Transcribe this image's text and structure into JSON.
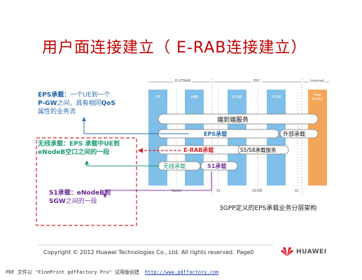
{
  "title": "用户面连接建立（ E-RAB连接建立）",
  "notes": {
    "eps": {
      "bold1": "EPS承载：",
      "text1": "一个UE到一个",
      "bold2": "P-GW",
      "text2": "之间，具有相同",
      "bold3": "QoS",
      "text3": "属性的业务流"
    },
    "radio": {
      "line1": "无线承载：EPS 承载中UE到",
      "line2": "eNodeB空口之间的一段"
    },
    "s1": {
      "bold1": "S1承载：eNodeB到",
      "bold2": "SGW",
      "text2": "之间的一段"
    }
  },
  "diagram": {
    "domains": [
      "E-UTRAN",
      "EPC",
      "Internet"
    ],
    "nodes": [
      {
        "label": "UE",
        "color": "#7fbfe8"
      },
      {
        "label": "eNB",
        "color": "#7fbfe8"
      },
      {
        "label": "S-GW",
        "color": "#7fbfe8"
      },
      {
        "label": "P-GW",
        "color": "#7fbfe8"
      },
      {
        "label": "Peer Entity",
        "color": "#f5a55a"
      }
    ],
    "bearers": {
      "e2e": "端到端服务",
      "eps": "EPS承载",
      "external": "外部承载",
      "erab": "E-RAB承载",
      "s5s8": "S5/S8承载服务",
      "radio": "无线承载",
      "s1": "S1承载"
    },
    "interfaces": [
      "Radio",
      "S1",
      "S5/S8",
      "Gi"
    ]
  },
  "caption": "3GPP定义的EPS承载业务分层架构",
  "footer": {
    "copyright": "Copyright © 2012 Huawei Technologies Co., Ltd. All rights reserved.",
    "page": "Page0",
    "logo": "HUAWEI"
  },
  "pdf": {
    "text": "PDF 文件以 \"FinePrint pdfFactory Pro\" 试用版创建",
    "link": "http://www.pdffactory.com"
  },
  "colors": {
    "title": "#c00000",
    "blue": "#2f6fb0",
    "green": "#1d9a74",
    "purple": "#7a3aa3",
    "red": "#d9232d"
  }
}
